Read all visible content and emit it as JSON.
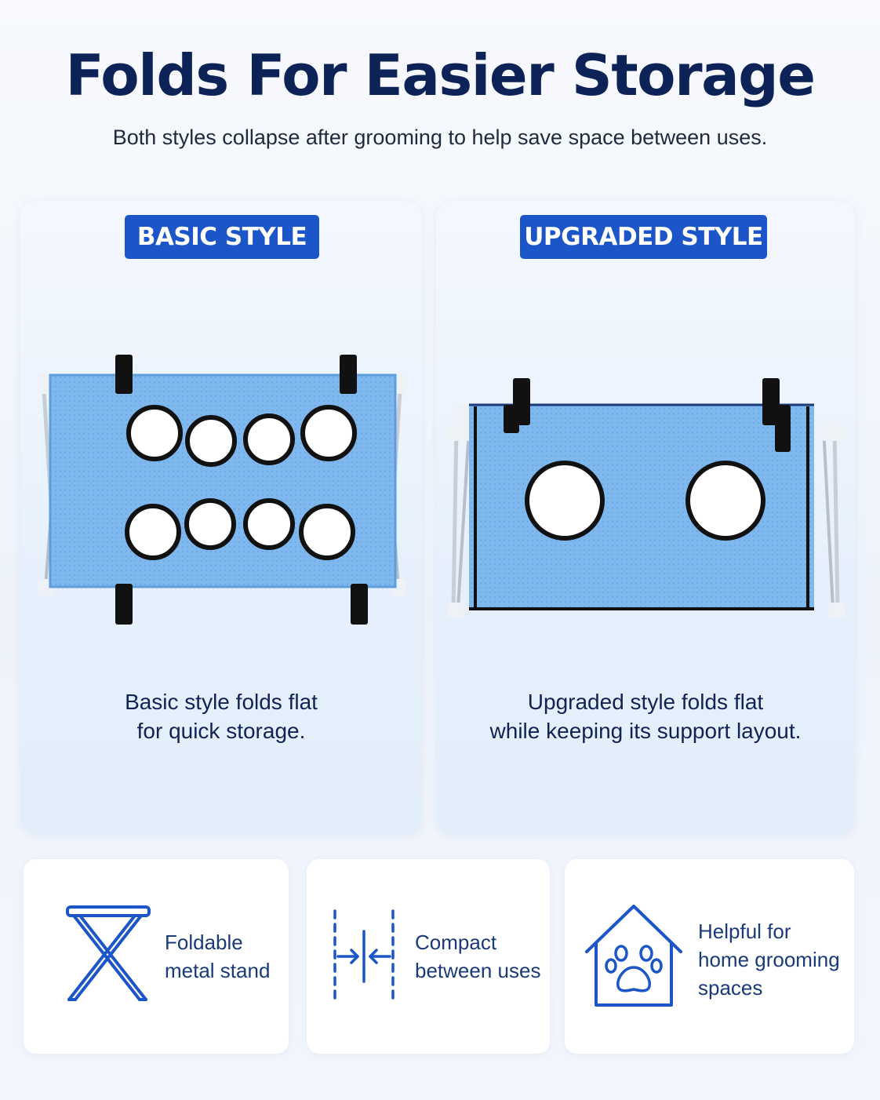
{
  "header": {
    "title": "Folds For Easier Storage",
    "subtitle": "Both styles collapse after grooming to help save space between uses."
  },
  "panels": [
    {
      "badge": "BASIC STYLE",
      "caption_line1": "Basic style folds flat",
      "caption_line2": "for quick storage."
    },
    {
      "badge": "UPGRADED STYLE",
      "caption_line1": "Upgraded style folds flat",
      "caption_line2": "while keeping its support layout."
    }
  ],
  "features": [
    {
      "icon": "folding-stand-icon",
      "line1": "Foldable",
      "line2": "metal stand"
    },
    {
      "icon": "compress-arrows-icon",
      "line1": "Compact",
      "line2": "between uses"
    },
    {
      "icon": "house-paw-icon",
      "line1": "Helpful for",
      "line2": "home grooming",
      "line3": "spaces"
    }
  ],
  "colors": {
    "title": "#0d2357",
    "badge": "#1c55c7",
    "icon_stroke": "#1c55c7",
    "mesh": "#7fb8ee"
  }
}
